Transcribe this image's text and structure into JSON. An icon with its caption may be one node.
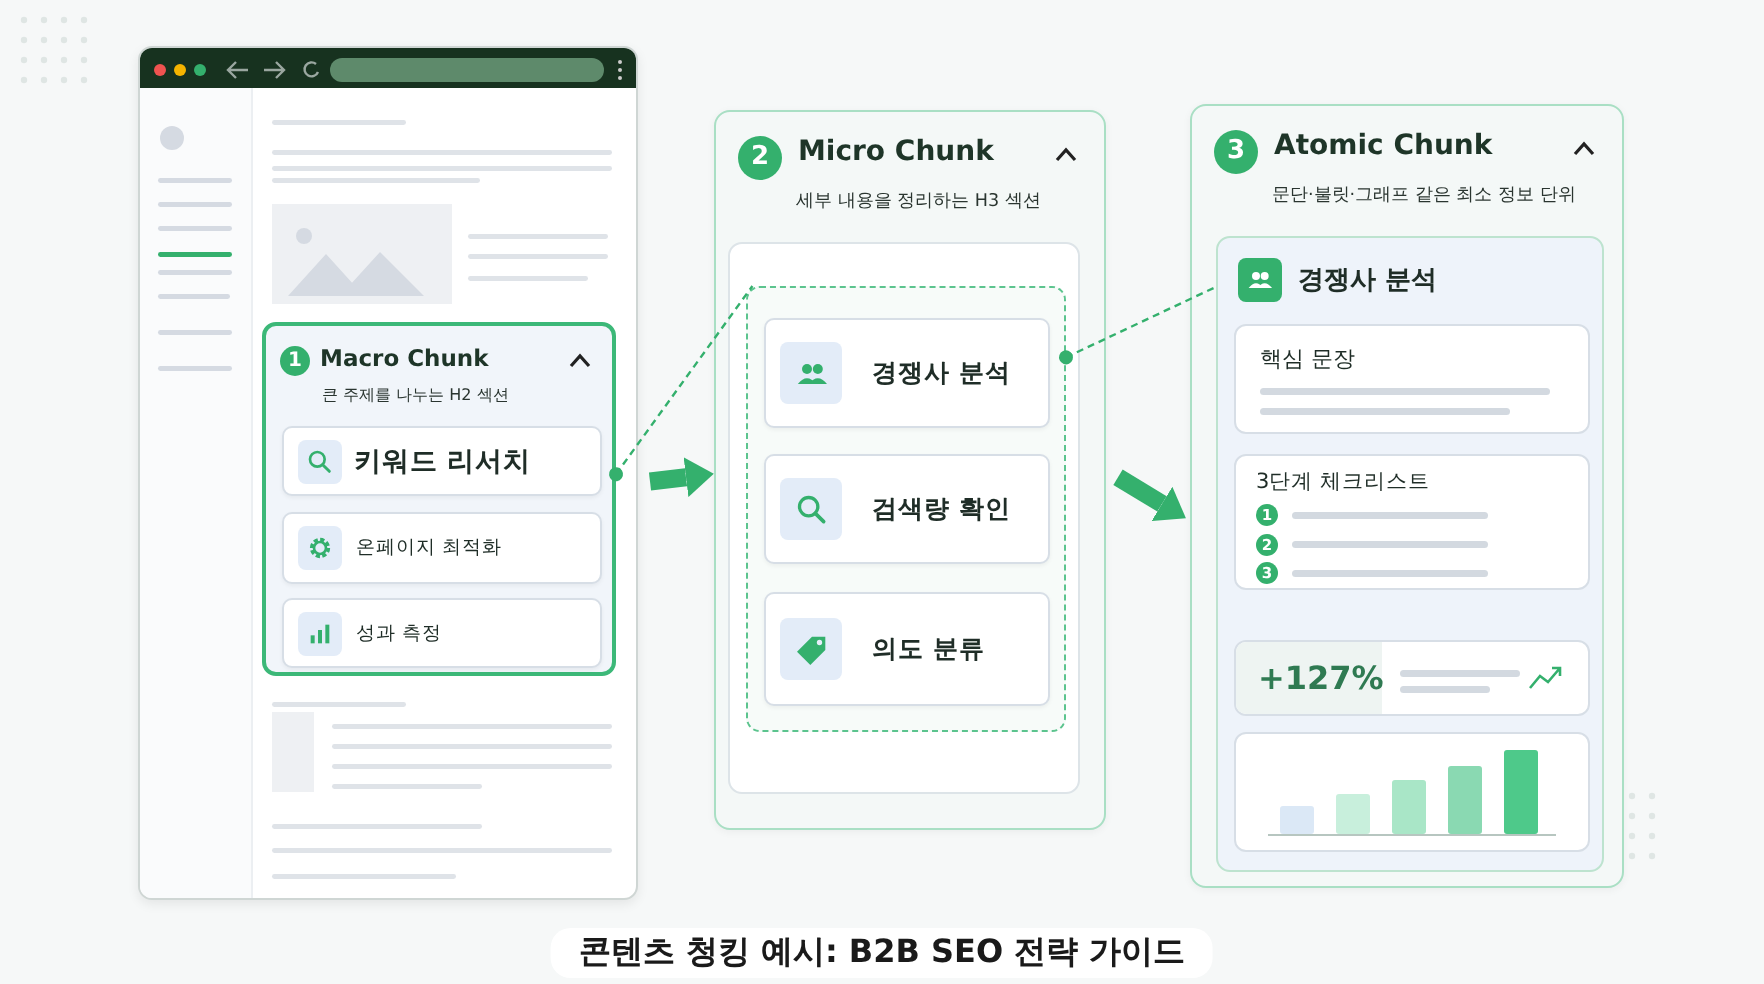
{
  "diagram": {
    "caption": "콘텐츠 청킹 예시: B2B SEO 전략 가이드",
    "nodes": [
      {
        "text": [],
        "shape": "picture"
      },
      {
        "text": [
          "1",
          "Macro Chunk",
          "큰 주제를 나누는 H2 섹션"
        ],
        "in": 0
      },
      {
        "text": [
          "키워드 리서치"
        ],
        "in": 1
      },
      {
        "text": [
          "온페이지 최적화"
        ],
        "in": 1
      },
      {
        "text": [
          "성과 측정"
        ],
        "in": 1
      },
      {
        "text": [
          "2",
          "Micro Chunk",
          "세부 내용을 정리하는 H3 섹션"
        ]
      },
      {
        "text": [],
        "shape": "box",
        "in": 5
      },
      {
        "text": [
          "경쟁사 분석"
        ],
        "in": 6
      },
      {
        "text": [
          "검색량 확인"
        ],
        "in": 6
      },
      {
        "text": [
          "의도 분류"
        ],
        "in": 6
      },
      {
        "text": [
          "3",
          "Atomic Chunk",
          "문단·불릿·그래프 같은 최소 정보 단위"
        ]
      },
      {
        "text": [
          "경쟁사 분석"
        ],
        "in": 10
      },
      {
        "text": [
          "핵심 문장"
        ],
        "in": 11
      },
      {
        "text": [
          "3단계 체크리스트",
          "1",
          "2",
          "3"
        ],
        "in": 11
      },
      {
        "text": [
          "+127%"
        ],
        "in": 11
      },
      {
        "text": [],
        "shape": "picture",
        "in": 11
      }
    ],
    "edges": [
      {
        "from": 1,
        "to": 6,
        "arrow": "other",
        "style": "dashed"
      },
      {
        "from": 6,
        "to": 11,
        "arrow": "other",
        "style": "dashed"
      },
      {
        "from": 0,
        "to": 5,
        "arrow": "to",
        "style": "thick"
      },
      {
        "from": 5,
        "to": 10,
        "arrow": "to",
        "style": "thick"
      }
    ]
  }
}
